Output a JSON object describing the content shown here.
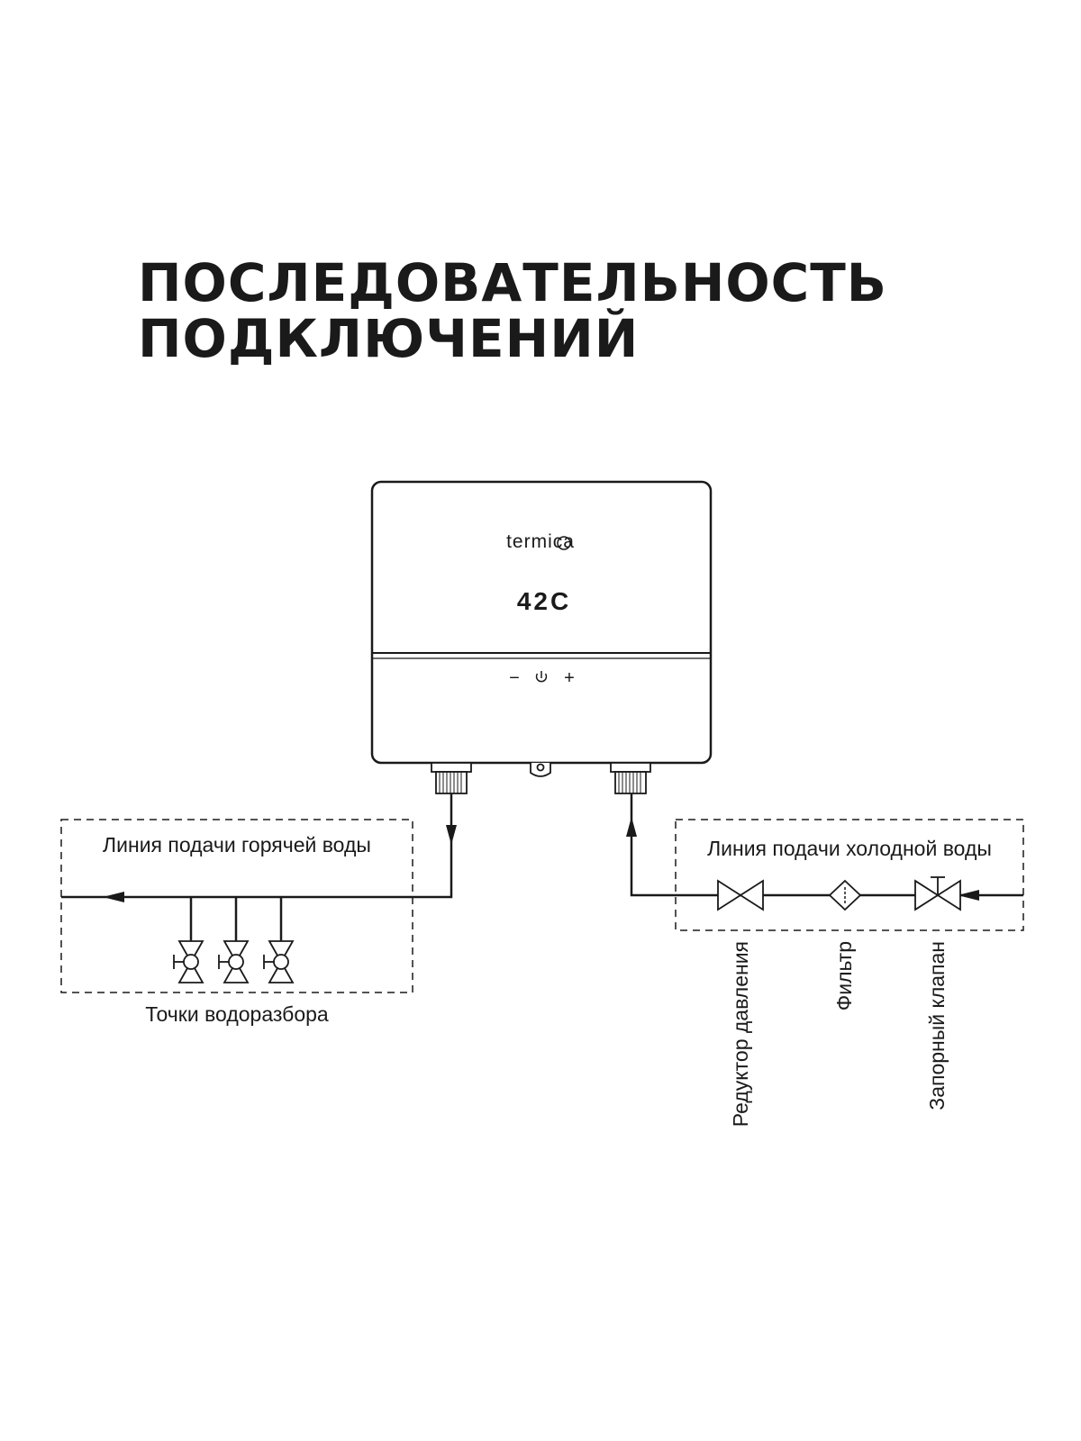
{
  "title": {
    "line1": "ПОСЛЕДОВАТЕЛЬНОСТЬ",
    "line2": "ПОДКЛЮЧЕНИЙ"
  },
  "heater": {
    "brand": "termica",
    "display": "42C",
    "controls": {
      "minus": "−",
      "power": "⏻",
      "plus": "+"
    }
  },
  "hot_line": {
    "label": "Линия подачи горячей воды",
    "taps_label": "Точки водоразбора"
  },
  "cold_line": {
    "label": "Линия подачи холодной воды",
    "components": [
      "Редуктор давления",
      "Фильтр",
      "Запорный клапан"
    ]
  }
}
